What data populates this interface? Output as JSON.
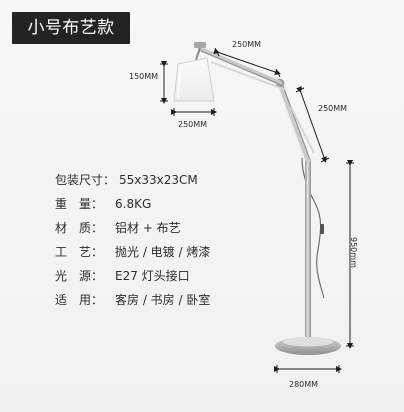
{
  "badge": {
    "title": "小号布艺款"
  },
  "dimensions": {
    "arm_top": "250MM",
    "shade_height": "150MM",
    "shade_width": "250MM",
    "arm_right": "250MM",
    "height": "950mm",
    "base_width": "280MM"
  },
  "specs": [
    {
      "label": "包装尺寸：",
      "value": "55x33x23CM"
    },
    {
      "label": "重　量：",
      "value": "6.8KG"
    },
    {
      "label": "材　质：",
      "value": "铝材 + 布艺"
    },
    {
      "label": "工　艺：",
      "value": "抛光 / 电镀 / 烤漆"
    },
    {
      "label": "光　源：",
      "value": "E27 灯头接口"
    },
    {
      "label": "适　用：",
      "value": "客房 / 书房 / 卧室"
    }
  ],
  "colors": {
    "badge_bg": "#232323",
    "badge_text": "#ffffff",
    "metal": "#b9b9b9",
    "shade": "#f8f8f8"
  }
}
